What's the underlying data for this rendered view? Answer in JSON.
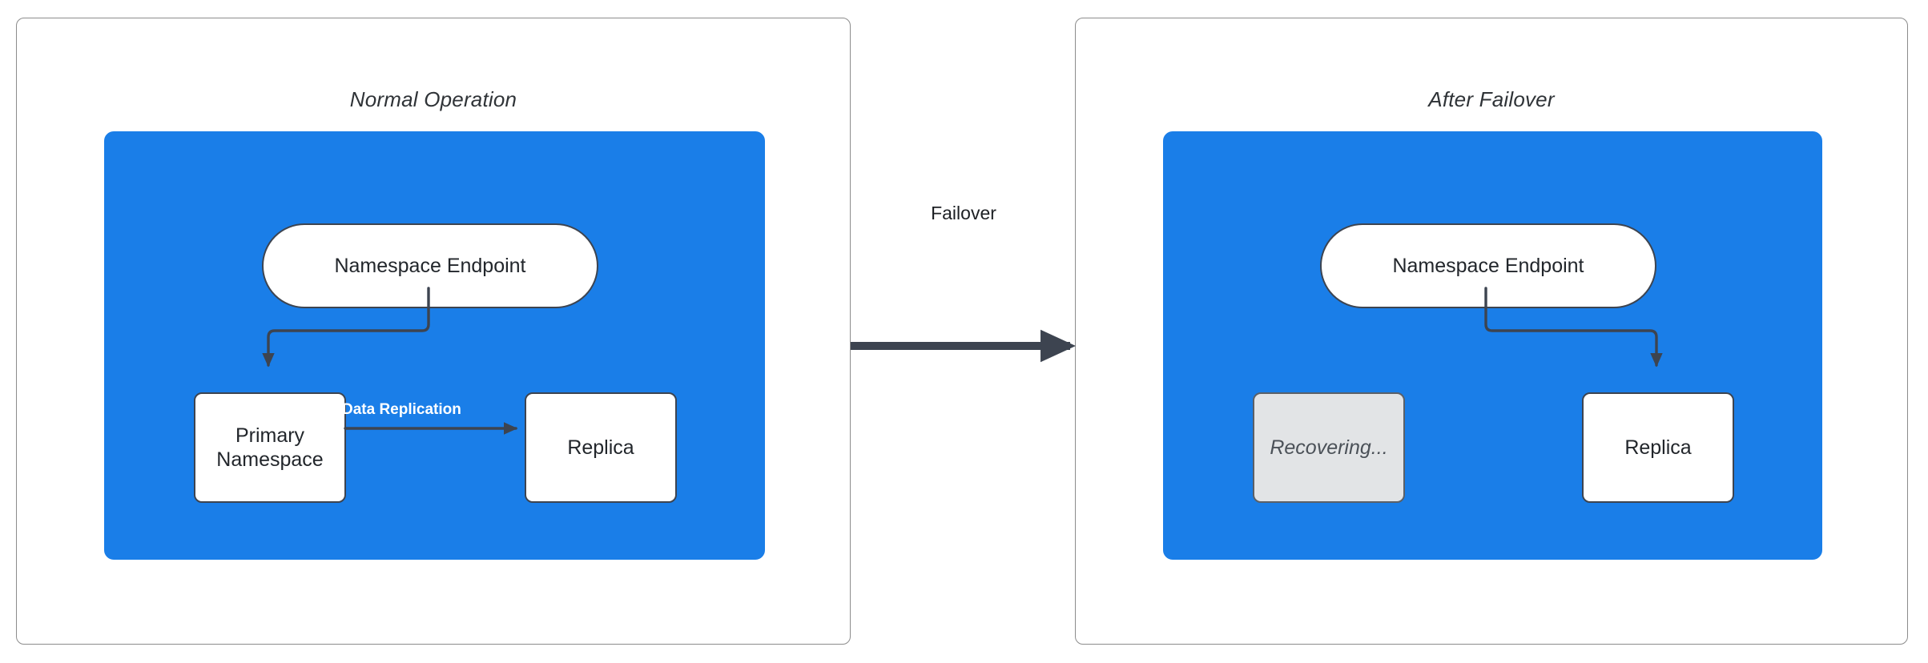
{
  "diagram": {
    "title_left": "Normal Operation",
    "title_right": "After Failover",
    "transition_label": "Failover",
    "colors": {
      "cluster_blue": "#1a7ee8",
      "node_border": "#3d4450",
      "node_fill": "#ffffff",
      "ghost_fill": "#e2e4e6",
      "panel_border": "#8c8c8c",
      "edge_stroke": "#3d4450",
      "replication_label": "#ffffff",
      "title_text": "#2f3337"
    },
    "panels": [
      {
        "id": "normal-operation",
        "title": "Normal Operation",
        "nodes": [
          {
            "id": "namespace-endpoint-left",
            "label": "Namespace Endpoint",
            "shape": "capsule",
            "state": "active"
          },
          {
            "id": "primary-namespace",
            "label": "Primary\nNamespace",
            "shape": "rounded-rect",
            "state": "active"
          },
          {
            "id": "replica-left",
            "label": "Replica",
            "shape": "rounded-rect",
            "state": "active"
          }
        ],
        "edges": [
          {
            "from": "namespace-endpoint-left",
            "to": "primary-namespace",
            "label": "",
            "style": "elbow-arrow"
          },
          {
            "from": "primary-namespace",
            "to": "replica-left",
            "label": "Data Replication",
            "style": "straight-arrow"
          }
        ]
      },
      {
        "id": "after-failover",
        "title": "After Failover",
        "nodes": [
          {
            "id": "namespace-endpoint-right",
            "label": "Namespace Endpoint",
            "shape": "capsule",
            "state": "active"
          },
          {
            "id": "recovering",
            "label": "Recovering...",
            "shape": "rounded-rect",
            "state": "recovering"
          },
          {
            "id": "replica-right",
            "label": "Replica",
            "shape": "rounded-rect",
            "state": "active"
          }
        ],
        "edges": [
          {
            "from": "namespace-endpoint-right",
            "to": "replica-right",
            "label": "",
            "style": "elbow-arrow"
          }
        ]
      }
    ],
    "labels": {
      "namespace_endpoint": "Namespace Endpoint",
      "primary_namespace_line1": "Primary",
      "primary_namespace_line2": "Namespace",
      "replica": "Replica",
      "recovering": "Recovering...",
      "data_replication": "Data Replication"
    }
  }
}
